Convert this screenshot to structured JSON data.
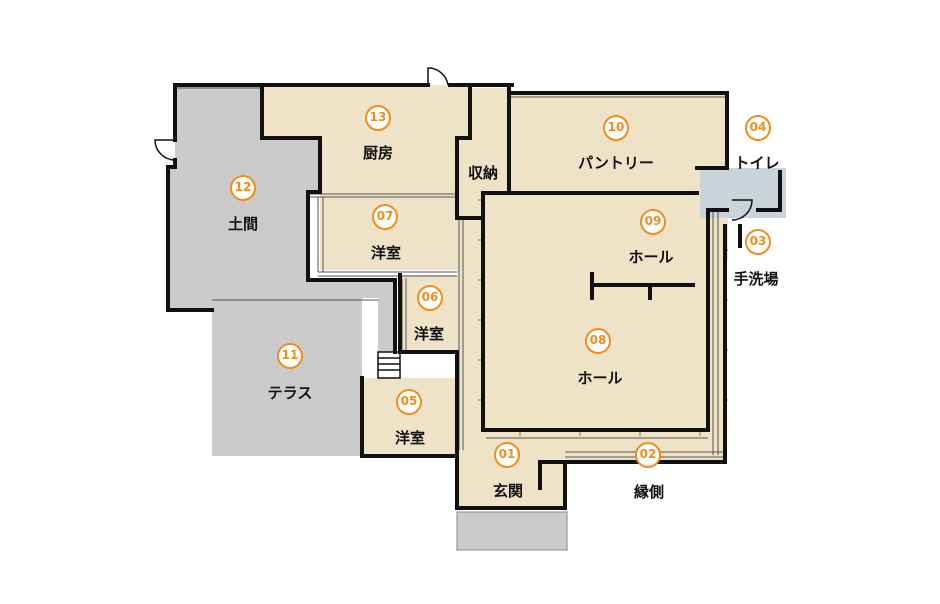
{
  "colors": {
    "room_fill": "#efe3c7",
    "earth_fill": "#cbcbcb",
    "wall": "#111111",
    "badge_ring": "#f28c1a",
    "toilet_fill": "#c9d3d8"
  },
  "rooms": {
    "r01": {
      "num": "01",
      "name": "玄関"
    },
    "r02": {
      "num": "02",
      "name": "縁側"
    },
    "r03": {
      "num": "03",
      "name": "手洗場"
    },
    "r04": {
      "num": "04",
      "name": "トイレ"
    },
    "r05": {
      "num": "05",
      "name": "洋室"
    },
    "r06": {
      "num": "06",
      "name": "洋室"
    },
    "r07": {
      "num": "07",
      "name": "洋室"
    },
    "r08": {
      "num": "08",
      "name": "ホール"
    },
    "r09": {
      "num": "09",
      "name": "ホール"
    },
    "r10": {
      "num": "10",
      "name": "パントリー"
    },
    "r11": {
      "num": "11",
      "name": "テラス"
    },
    "r12": {
      "num": "12",
      "name": "土間"
    },
    "r13": {
      "num": "13",
      "name": "厨房"
    },
    "storage": {
      "name": "収納"
    }
  }
}
